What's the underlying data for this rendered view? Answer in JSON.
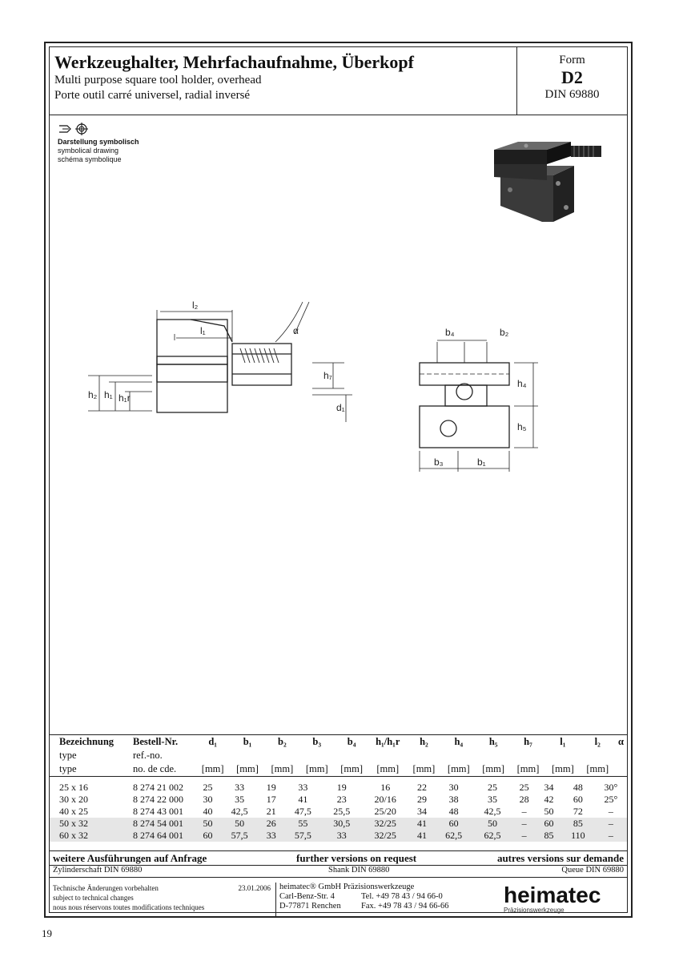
{
  "header": {
    "title": "Werkzeughalter, Mehrfachaufnahme, Überkopf",
    "subtitle_en": "Multi purpose square tool holder, overhead",
    "subtitle_fr": "Porte outil carré universel, radial inversé",
    "form_label": "Form",
    "form_value": "D2",
    "din": "DIN 69880"
  },
  "symbol": {
    "de": "Darstellung symbolisch",
    "en": "symbolical drawing",
    "fr": "schéma symbolique"
  },
  "drawing_labels": {
    "l2": "l₂",
    "l1": "l₁",
    "alpha": "α",
    "h2": "h₂",
    "h1": "h₁",
    "h1r": "h₁r",
    "h7": "h₇",
    "d1": "d₁",
    "b4": "b₄",
    "b2": "b₂",
    "h4": "h₄",
    "h5": "h₅",
    "b3": "b₃",
    "b1": "b₁"
  },
  "table": {
    "head1": [
      "Bezeichnung",
      "Bestell-Nr.",
      "d₁",
      "b₁",
      "b₂",
      "b₃",
      "b₄",
      "h₁/h₁r",
      "h₂",
      "h₄",
      "h₅",
      "h₇",
      "l₁",
      "l₂",
      "α"
    ],
    "head2": [
      "type",
      "ref.-no."
    ],
    "head3": [
      "type",
      "no. de cde.",
      "[mm]",
      "[mm]",
      "[mm]",
      "[mm]",
      "[mm]",
      "[mm]",
      "[mm]",
      "[mm]",
      "[mm]",
      "[mm]",
      "[mm]",
      "[mm]",
      ""
    ],
    "rows": [
      [
        "25 x 16",
        "8 274 21 002",
        "25",
        "33",
        "19",
        "33",
        "19",
        "16",
        "22",
        "30",
        "25",
        "25",
        "34",
        "48",
        "30°"
      ],
      [
        "30 x 20",
        "8 274 22 000",
        "30",
        "35",
        "17",
        "41",
        "23",
        "20/16",
        "29",
        "38",
        "35",
        "28",
        "42",
        "60",
        "25°"
      ],
      [
        "40 x 25",
        "8 274 43 001",
        "40",
        "42,5",
        "21",
        "47,5",
        "25,5",
        "25/20",
        "34",
        "48",
        "42,5",
        "–",
        "50",
        "72",
        "–"
      ],
      [
        "50 x 32",
        "8 274 54 001",
        "50",
        "50",
        "26",
        "55",
        "30,5",
        "32/25",
        "41",
        "60",
        "50",
        "–",
        "60",
        "85",
        "–"
      ],
      [
        "60 x 32",
        "8 274 64 001",
        "60",
        "57,5",
        "33",
        "57,5",
        "33",
        "32/25",
        "41",
        "62,5",
        "62,5",
        "–",
        "85",
        "110",
        "–"
      ]
    ]
  },
  "further": {
    "de": "weitere Ausführungen auf Anfrage",
    "en": "further versions on request",
    "fr": "autres versions sur demande"
  },
  "shank": {
    "de": "Zylinderschaft DIN 69880",
    "en": "Shank DIN 69880",
    "fr": "Queue DIN 69880"
  },
  "footer": {
    "notice_de": "Technische Änderungen vorbehalten",
    "date": "23.01.2006",
    "notice_en": "subject to technical changes",
    "notice_fr": "nous nous réservons toutes modifications techniques",
    "company": "heimatec® GmbH  Präzisionswerkzeuge",
    "street": "Carl-Benz-Str. 4",
    "tel": "Tel. +49 78 43 / 94 66-0",
    "city": "D-77871 Renchen",
    "fax": "Fax. +49 78 43 / 94 66-66",
    "logo_text": "heimatec",
    "logo_sub": "Präzisionswerkzeuge"
  },
  "page_number": "19"
}
